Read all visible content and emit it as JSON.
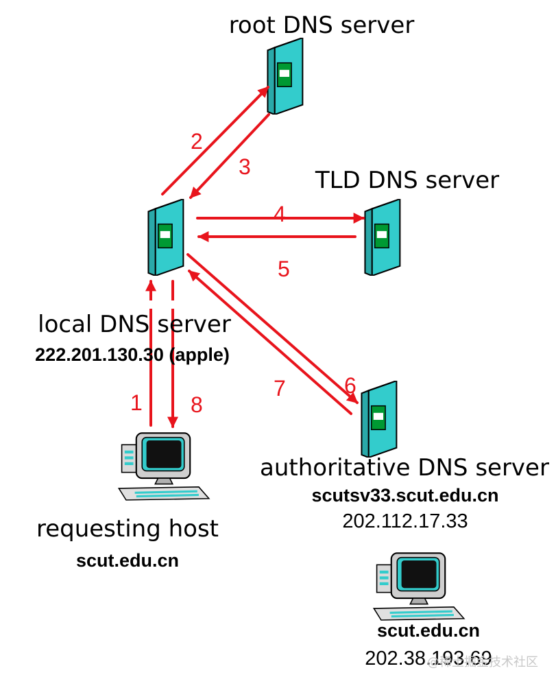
{
  "nodes": {
    "root": {
      "name": "root DNS server"
    },
    "tld": {
      "name": "TLD DNS server"
    },
    "local": {
      "name": "local DNS server",
      "detail": "222.201.130.30 (apple)"
    },
    "authoritative": {
      "name": "authoritative DNS server",
      "hostname": "scutsv33.scut.edu.cn",
      "ip": "202.112.17.33"
    },
    "requesting_host": {
      "name": "requesting host",
      "hostname": "scut.edu.cn"
    },
    "target_host": {
      "hostname": "scut.edu.cn",
      "ip": "202.38.193.69"
    }
  },
  "steps": [
    {
      "label": "1",
      "from": "requesting_host",
      "to": "local"
    },
    {
      "label": "2",
      "from": "local",
      "to": "root"
    },
    {
      "label": "3",
      "from": "root",
      "to": "local"
    },
    {
      "label": "4",
      "from": "local",
      "to": "tld"
    },
    {
      "label": "5",
      "from": "tld",
      "to": "local"
    },
    {
      "label": "6",
      "from": "local",
      "to": "authoritative"
    },
    {
      "label": "7",
      "from": "authoritative",
      "to": "local"
    },
    {
      "label": "8",
      "from": "local",
      "to": "requesting_host"
    }
  ],
  "watermark": "@稀土掘金技术社区",
  "colors": {
    "arrow": "#e8141c",
    "server_body": "#33cccc",
    "server_panel": "#009933",
    "server_slot": "#ffffff"
  },
  "icons": {
    "server": "server-icon",
    "computer": "desktop-computer-icon"
  }
}
